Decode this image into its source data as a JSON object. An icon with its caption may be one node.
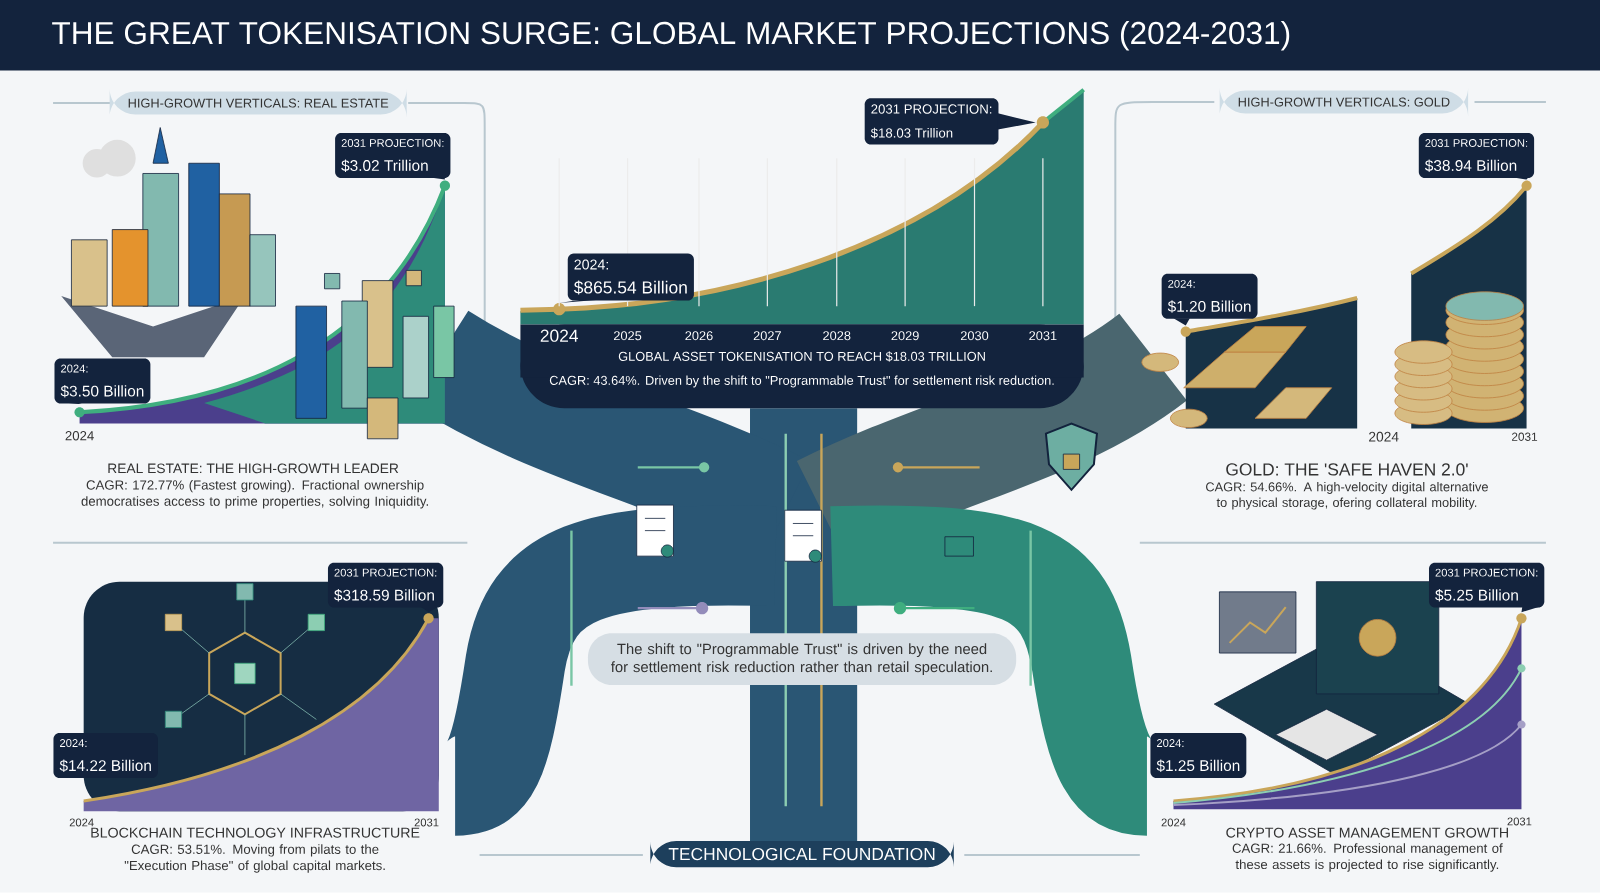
{
  "diagram": {
    "title": "THE GREAT TOKENISATION SURGE: GLOBAL MARKET PROJECTIONS (2024-2031)",
    "nodes": [
      {
        "text": [
          "HIGH-GROWTH VERTICALS: REAL ESTATE"
        ]
      },
      {
        "text": [
          "2024:",
          "$3.50 Billion"
        ]
      },
      {
        "text": [
          "2031 PROJECTION:",
          "$3.02 Trillion"
        ]
      },
      {
        "text": [
          "2024:",
          "$865.54 Billion"
        ]
      },
      {
        "text": [
          "2031 PROJECTION:",
          "$18.03 Trillion"
        ]
      },
      {
        "text": [
          "GLOBAL ASSET TOKENISATION TO REACH $18.03 TRILLION",
          "CAGR: 43.64%. Driven by the shift to \"Programmable Trust\" for settlement risk reduction."
        ]
      },
      {
        "text": [
          "HIGH-GROWTH VERTICALS: GOLD"
        ]
      },
      {
        "text": [
          "2024:",
          "$1.20 Billion"
        ]
      },
      {
        "text": [
          "2031 PROJECTION:",
          "$38.94 Billion"
        ]
      },
      {
        "text": [
          "2024:",
          "$14.22 Billion"
        ]
      },
      {
        "text": [
          "2031 PROJECTION:",
          "$318.59 Billion"
        ]
      },
      {
        "text": [
          "2024:",
          "$1.25 Billion"
        ]
      },
      {
        "text": [
          "2031 PROJECTION:",
          "$5.25 Billion"
        ]
      },
      {
        "text": [
          "The shift to \"Programmable Trust\" is driven by the need for settlement risk reduction rather than retail speculation."
        ]
      },
      {
        "text": [
          "TECHNOLOGICAL FOUNDATION"
        ]
      }
    ],
    "labels": [
      "2024",
      "REAL ESTATE: THE HIGH-GROWTH LEADER",
      "CAGR: 172.77% (Fastest growing). Fractional ownership democratises access to prime properties, solving Iniquidity.",
      "2024",
      "2025",
      "2026",
      "2027",
      "2028",
      "2029",
      "2030",
      "2031",
      "2024",
      "2031",
      "GOLD: THE 'SAFE HAVEN 2.0'",
      "CAGR: 54.66%. A high-velocity digital alternative to physical storage, ofering collateral mobility.",
      "2024",
      "2031",
      "BLOCKCHAIN TECHNOLOGY INFRASTRUCTURE",
      "CAGR: 53.51%. Moving from pilats to the \"Execution Phase\" of global capital markets.",
      "2024",
      "2031",
      "CRYPTO ASSET MANAGEMENT GROWTH",
      "CAGR: 21.66%. Professional management of these assets is projected to rise significantly."
    ]
  }
}
